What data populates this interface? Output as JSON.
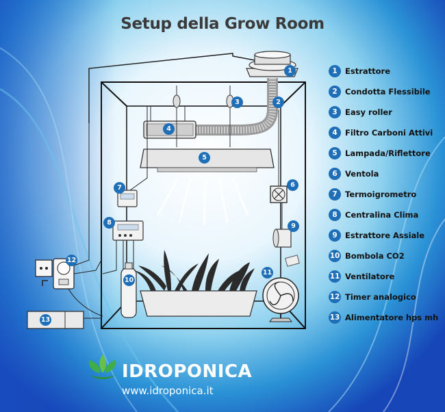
{
  "title": "Setup della Grow Room",
  "legend": [
    {
      "num": "1",
      "label": "Estrattore"
    },
    {
      "num": "2",
      "label": "Condotta Flessibile"
    },
    {
      "num": "3",
      "label": "Easy roller"
    },
    {
      "num": "4",
      "label": "Filtro Carboni Attivi"
    },
    {
      "num": "5",
      "label": "Lampada/Riflettore"
    },
    {
      "num": "6",
      "label": "Ventola"
    },
    {
      "num": "7",
      "label": "Termoigrometro"
    },
    {
      "num": "8",
      "label": "Centralina Clima"
    },
    {
      "num": "9",
      "label": "Estrattore Assiale"
    },
    {
      "num": "10",
      "label": "Bombola CO2"
    },
    {
      "num": "11",
      "label": "Ventilatore"
    },
    {
      "num": "12",
      "label": "Timer analogico"
    },
    {
      "num": "13",
      "label": "Alimentatore hps mh"
    }
  ],
  "brand": {
    "name": "IDROPONICA",
    "url": "www.idroponica.it"
  },
  "colors": {
    "badge": "#1f6fb8",
    "background": "#1e63c9",
    "title": "#3a3a3a"
  }
}
